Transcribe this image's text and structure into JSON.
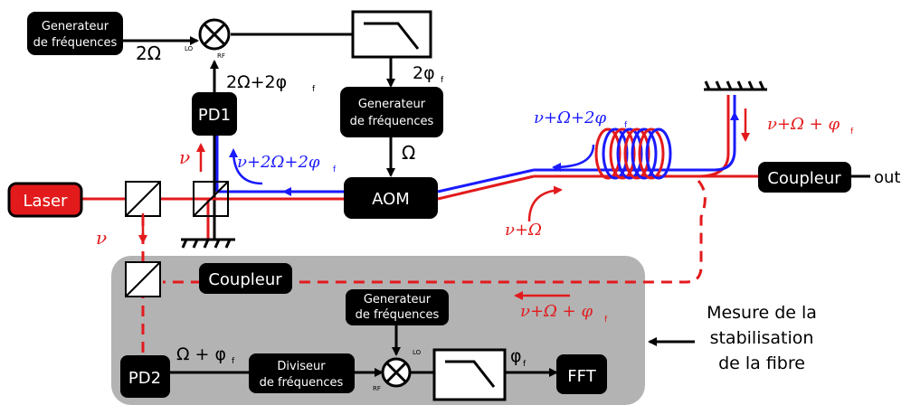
{
  "boxes": {
    "gen_top_left": [
      "Generateur",
      "de fréquences"
    ],
    "gen_middle": [
      "Generateur",
      "de fréquences"
    ],
    "gen_bottom": [
      "Generateur",
      "de fréquences"
    ],
    "pd1": "PD1",
    "pd2": "PD2",
    "aom": "AOM",
    "laser": "Laser",
    "coupleur_right": "Coupleur",
    "coupleur_grey": "Coupleur",
    "diviseur": [
      "Diviseur",
      "de fréquences"
    ],
    "fft": "FFT"
  },
  "labels": {
    "two_omega": "2Ω",
    "lo_top": "LO",
    "rf_top": "RF",
    "two_omega_plus_two_phi": "2Ω+2φ",
    "two_phi": "2φ",
    "omega": "Ω",
    "nu_left_red": "ν",
    "nu_below_laser": "ν",
    "nu_plus_two_omega_plus_two_phi": "ν+2Ω+2φ",
    "nu_plus_omega_plus_two_phi": "ν+Ω+2φ",
    "nu_plus_omega_plus_phi_top": "ν+Ω + φ",
    "nu_plus_omega": "ν+Ω",
    "nu_plus_omega_plus_phi_bottom": "ν+Ω + φ",
    "omega_plus_phi": "Ω + φ",
    "phi_f": "φ",
    "sub_f": "f",
    "lo_bottom": "LO",
    "rf_bottom": "RF",
    "out": "out",
    "mesure": [
      "Mesure de la",
      "stabilisation",
      "de la fibre"
    ]
  },
  "colors": {
    "red": "#e31a1c",
    "blue": "#1a1aff",
    "box": "#000000",
    "laser_fill": "#e31a1c",
    "grey_panel": "#b3b3b3"
  }
}
